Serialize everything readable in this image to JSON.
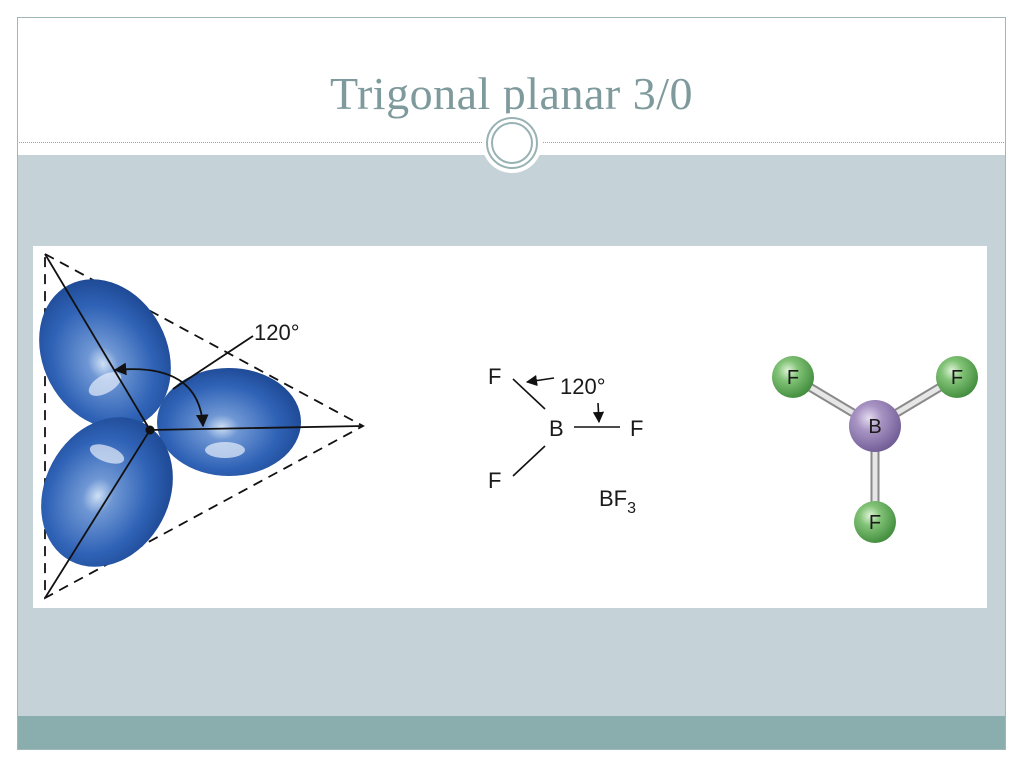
{
  "slide": {
    "title": "Trigonal planar 3/0"
  },
  "figure": {
    "orbital_model": {
      "angle_label": "120°"
    },
    "structural_formula": {
      "angle_label": "120°",
      "central_atom": "B",
      "outer_atoms": [
        "F",
        "F",
        "F"
      ],
      "formula_main": "BF",
      "formula_subscript": "3"
    },
    "ball_and_stick": {
      "central_atom": "B",
      "outer_atoms": [
        "F",
        "F",
        "F"
      ],
      "colors": {
        "boron": "#9b86b8",
        "fluorine": "#79b86f",
        "bond": "#cfcfcf"
      }
    }
  }
}
